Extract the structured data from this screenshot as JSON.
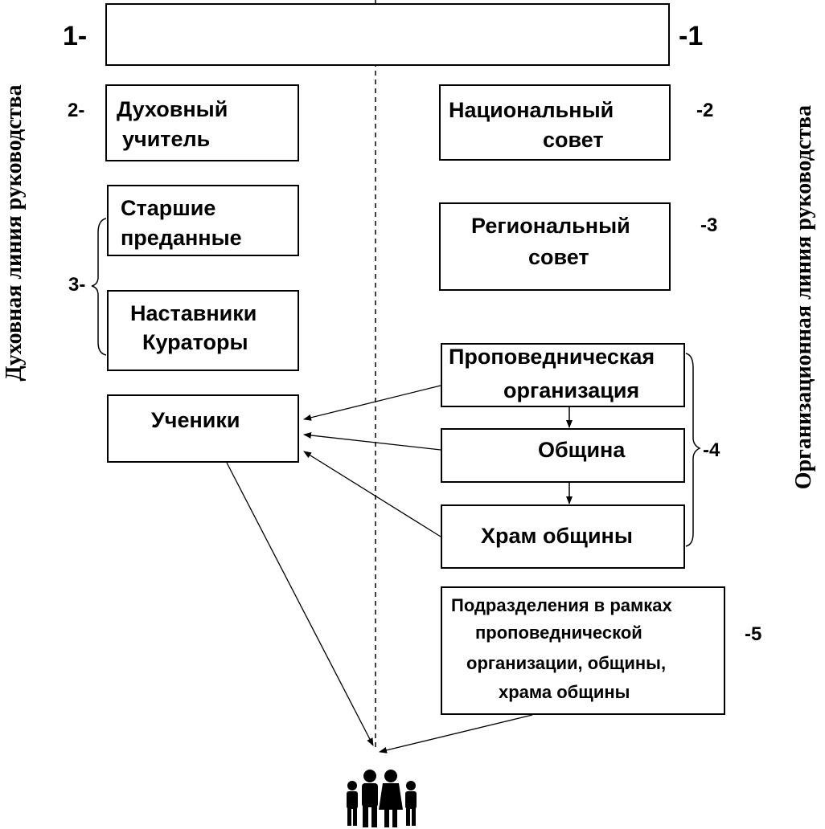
{
  "top_label_left": "1-",
  "top_label_right": "-1",
  "left_axis_label": "Духовная линия руководства",
  "right_axis_label": "Организационная линия руководства",
  "left": {
    "level2_number": "2-",
    "spiritual_teacher": [
      "Духовный",
      "учитель"
    ],
    "level3_number": "3-",
    "senior_devotees": [
      "Старшие",
      "преданные"
    ],
    "mentors_curators": [
      "Наставники",
      "Кураторы"
    ],
    "disciples": "Ученики"
  },
  "right": {
    "national_council": [
      "Национальный",
      "совет"
    ],
    "level2_number": "-2",
    "regional_council": [
      "Региональный",
      "совет"
    ],
    "level3_number": "-3",
    "preaching_org": [
      "Проповедническая",
      "организация"
    ],
    "community": "Община",
    "community_temple": "Храм общины",
    "level4_number": "-4",
    "subdivisions": [
      "Подразделения в рамках",
      "проповеднической",
      "организации, общины,",
      "храма общины"
    ],
    "level5_number": "-5"
  },
  "people_icon": "family-people-icon"
}
